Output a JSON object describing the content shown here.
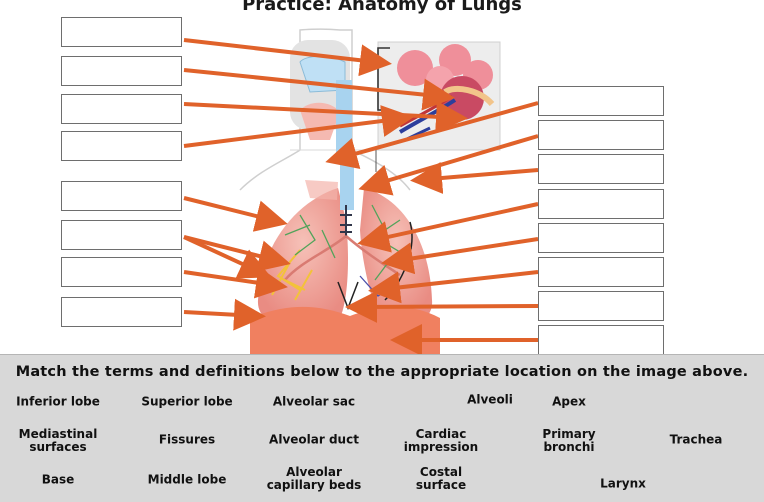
{
  "title": "Practice: Anatomy of Lungs",
  "instructions": "Match the terms and definitions below to the appropriate location on the image above.",
  "drop_targets": {
    "left": [
      "",
      "",
      "",
      "",
      "",
      "",
      "",
      ""
    ],
    "right": [
      "",
      "",
      "",
      "",
      "",
      "",
      "",
      ""
    ]
  },
  "terms": [
    "Inferior lobe",
    "Superior lobe",
    "Alveolar sac",
    "Alveoli",
    "Apex",
    "Mediastinal\nsurfaces",
    "Fissures",
    "Alveolar duct",
    "Cardiac\nimpression",
    "Primary\nbronchi",
    "Trachea",
    "Base",
    "Middle lobe",
    "Alveolar\ncapillary beds",
    "Costal\nsurface",
    "Larynx"
  ],
  "colors": {
    "arrow": "#e0622a",
    "bank_bg": "#d8d8d8",
    "lung": "#ee9e96",
    "diaphragm": "#f08060"
  }
}
